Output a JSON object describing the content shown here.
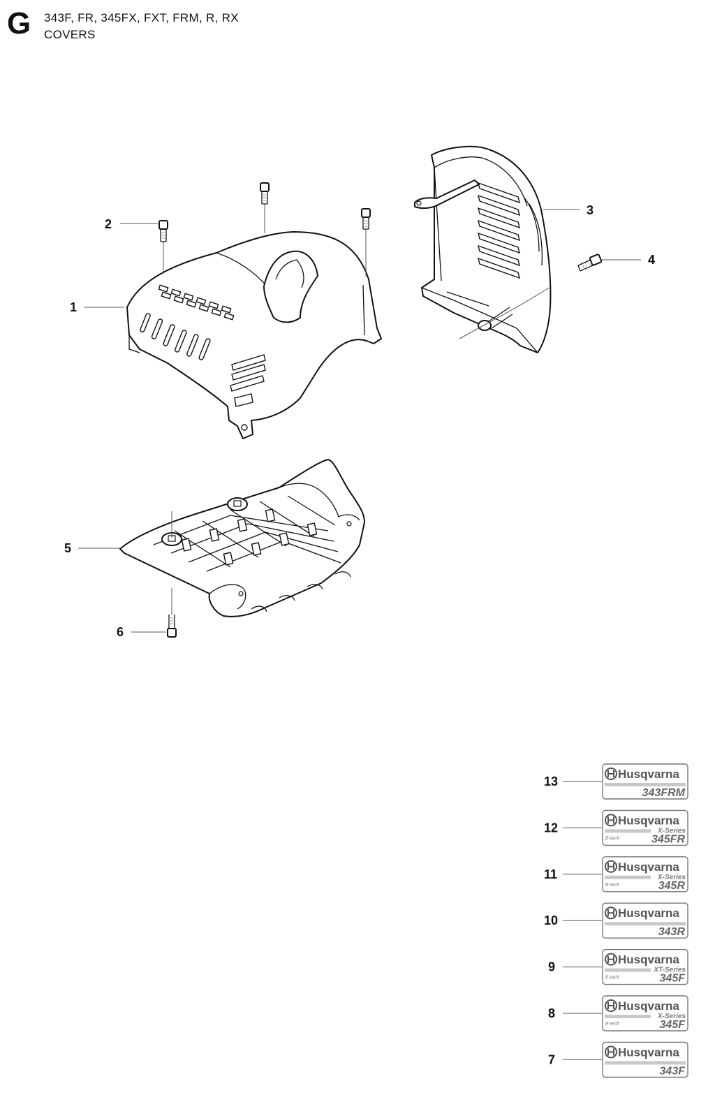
{
  "header": {
    "section_letter": "G",
    "models": "343F, FR, 345FX, FXT, FRM, R, RX",
    "title": "COVERS"
  },
  "callouts": [
    {
      "id": "1",
      "label": "1"
    },
    {
      "id": "2",
      "label": "2"
    },
    {
      "id": "3",
      "label": "3"
    },
    {
      "id": "4",
      "label": "4"
    },
    {
      "id": "5",
      "label": "5"
    },
    {
      "id": "6",
      "label": "6"
    }
  ],
  "decals": [
    {
      "label": "13",
      "brand": "Husqvarna",
      "series": "",
      "etech": "",
      "model": "343FRM"
    },
    {
      "label": "12",
      "brand": "Husqvarna",
      "series": "X-Series",
      "etech": "E-tech",
      "model": "345FR"
    },
    {
      "label": "11",
      "brand": "Husqvarna",
      "series": "X-Series",
      "etech": "E-tech",
      "model": "345R"
    },
    {
      "label": "10",
      "brand": "Husqvarna",
      "series": "",
      "etech": "",
      "model": "343R"
    },
    {
      "label": "9",
      "brand": "Husqvarna",
      "series": "XT-Series",
      "etech": "E-tech",
      "model": "345F"
    },
    {
      "label": "8",
      "brand": "Husqvarna",
      "series": "X-Series",
      "etech": "E-tech",
      "model": "345F"
    },
    {
      "label": "7",
      "brand": "Husqvarna",
      "series": "",
      "etech": "",
      "model": "343F"
    }
  ],
  "icons": {
    "brand_logo": "husqvarna-crown-logo-icon"
  }
}
